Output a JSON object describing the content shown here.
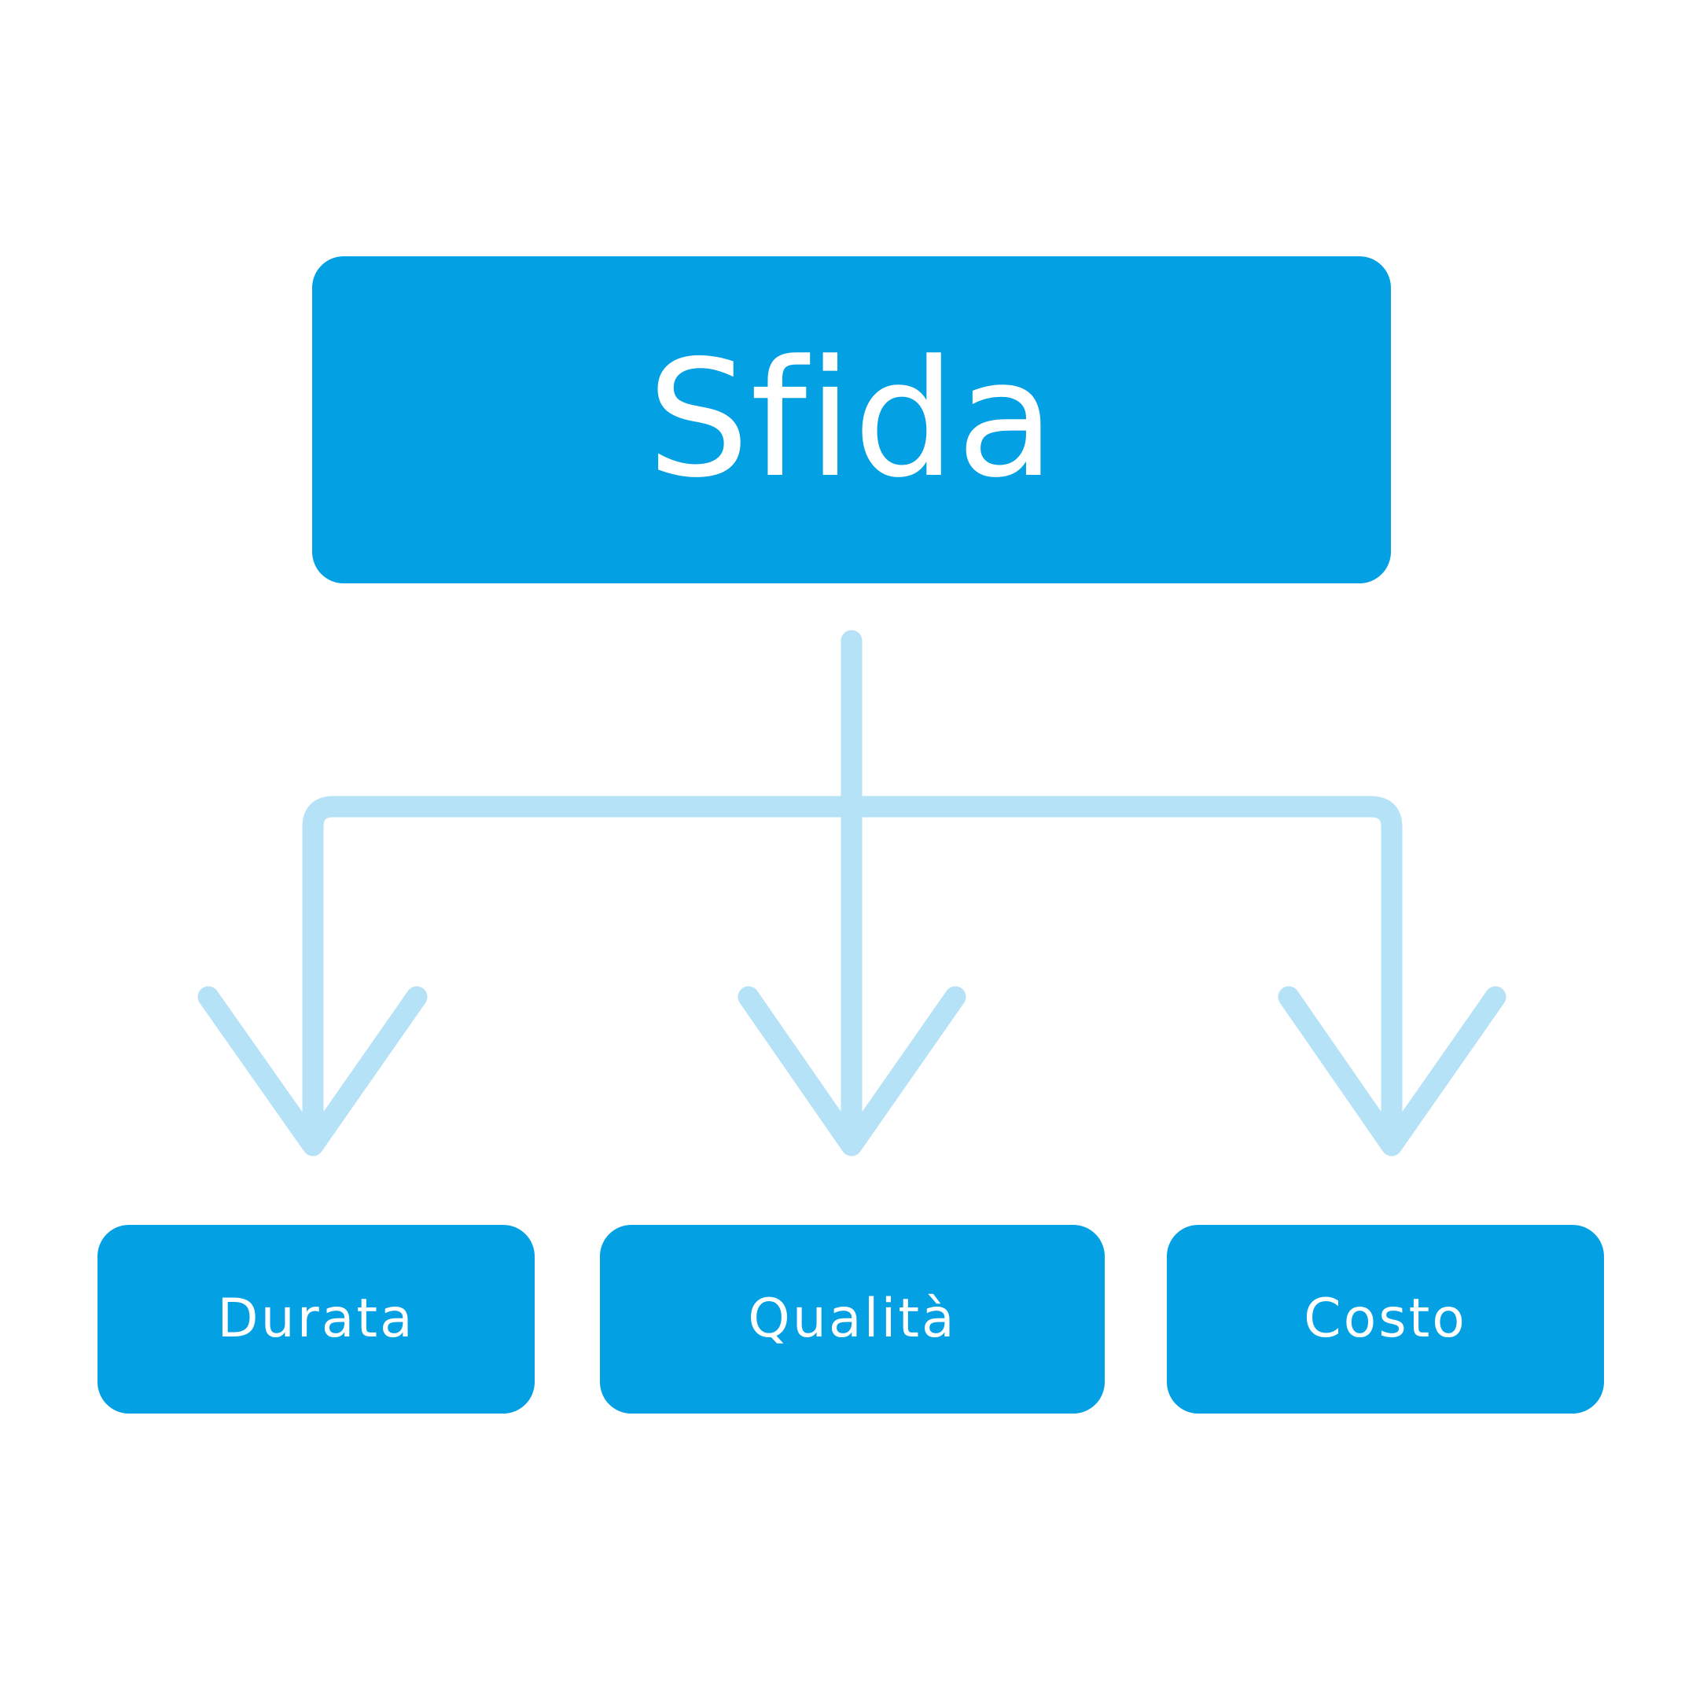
{
  "diagram": {
    "root": {
      "label": "Sfida"
    },
    "children": [
      {
        "label": "Durata"
      },
      {
        "label": "Qualità"
      },
      {
        "label": "Costo"
      }
    ],
    "colors": {
      "node_fill": "#03a0e3",
      "node_text": "#ffffff",
      "connector": "#b6e2f7",
      "background": "#ffffff"
    }
  }
}
